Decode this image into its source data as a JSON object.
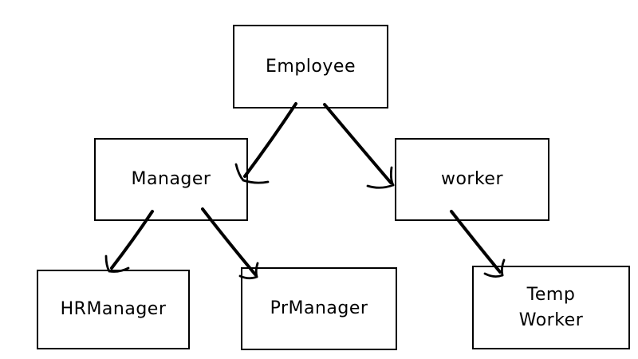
{
  "diagram": {
    "background_color": "#ffffff",
    "stroke_color": "#000000",
    "node_fill_color": "#ffffff",
    "nodes": [
      {
        "id": "employee",
        "label": "Employee"
      },
      {
        "id": "manager",
        "label": "Manager"
      },
      {
        "id": "worker",
        "label": "worker"
      },
      {
        "id": "hrmanager",
        "label": "HRManager"
      },
      {
        "id": "prmanager",
        "label": "PrManager"
      },
      {
        "id": "tempworker",
        "label": "Temp Worker",
        "line1": "Temp",
        "line2": "Worker"
      }
    ],
    "edges": [
      {
        "from": "Employee",
        "to": "Manager"
      },
      {
        "from": "Employee",
        "to": "worker"
      },
      {
        "from": "Manager",
        "to": "HRManager"
      },
      {
        "from": "Manager",
        "to": "PrManager"
      },
      {
        "from": "worker",
        "to": "Temp Worker"
      }
    ]
  }
}
